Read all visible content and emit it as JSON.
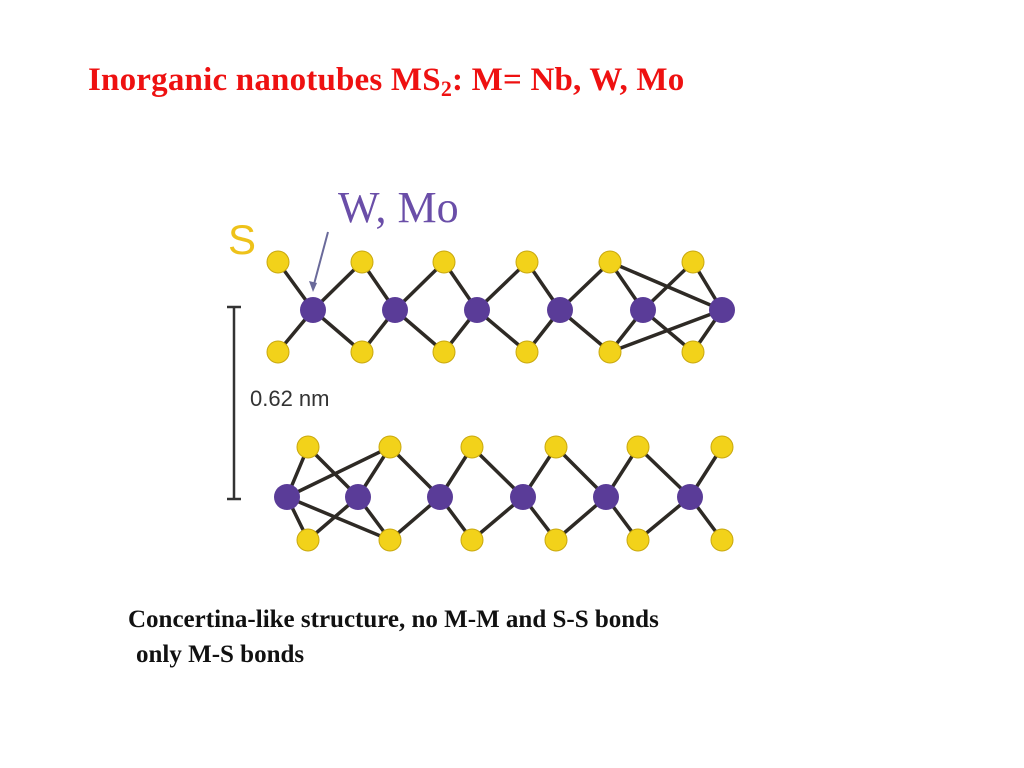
{
  "slide": {
    "title_main": "Inorganic nanotubes MS",
    "title_sub": "2",
    "title_rest": ": M= Nb, W, Mo"
  },
  "diagram": {
    "label_metal": "W, Mo",
    "label_sulfur": "S",
    "spacing_label": "0.62 nm",
    "colors": {
      "sulfur": "#f2d21a",
      "metal": "#5a3c98",
      "bond": "#2e2a25",
      "label_metal": "#6a4ea8",
      "label_sulfur": "#eec21a",
      "measure": "#333333"
    }
  },
  "caption": {
    "line1": "Concertina-like structure, no M-M and S-S bonds",
    "line2": "only M-S bonds"
  }
}
